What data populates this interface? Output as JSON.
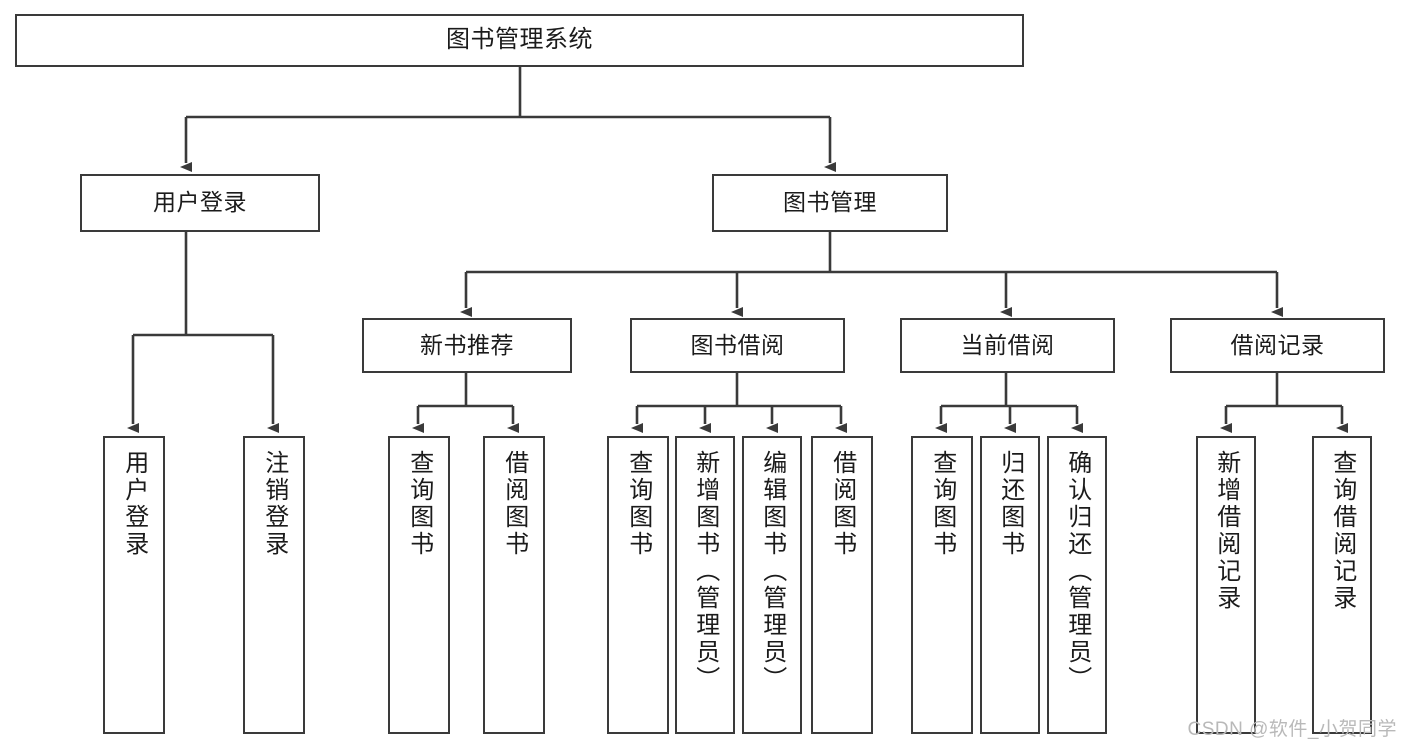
{
  "diagram": {
    "title": "图书管理系统",
    "type": "hierarchy-tree",
    "stroke_color": "#3a3a3a",
    "fill_color": "#ffffff",
    "text_color": "#1b1b1b"
  },
  "nodes": {
    "root": {
      "label": "图书管理系统"
    },
    "level2": [
      {
        "id": "user-login",
        "label": "用户登录"
      },
      {
        "id": "book-management",
        "label": "图书管理"
      }
    ],
    "level3": [
      {
        "id": "new-book-recommend",
        "label": "新书推荐"
      },
      {
        "id": "book-borrow",
        "label": "图书借阅"
      },
      {
        "id": "current-borrow",
        "label": "当前借阅"
      },
      {
        "id": "borrow-record",
        "label": "借阅记录"
      }
    ],
    "leaves": {
      "user_login": [
        {
          "id": "leaf-user-login",
          "label": "用户登录"
        },
        {
          "id": "leaf-logout-login",
          "label": "注销登录"
        }
      ],
      "new_book_recommend": [
        {
          "id": "leaf-query-book-1",
          "label": "查询图书"
        },
        {
          "id": "leaf-borrow-book-1",
          "label": "借阅图书"
        }
      ],
      "book_borrow": [
        {
          "id": "leaf-query-book-2",
          "label": "查询图书"
        },
        {
          "id": "leaf-add-book",
          "label": "新增图书（管理员）"
        },
        {
          "id": "leaf-edit-book",
          "label": "编辑图书（管理员）"
        },
        {
          "id": "leaf-borrow-book-2",
          "label": "借阅图书"
        }
      ],
      "current_borrow": [
        {
          "id": "leaf-query-book-3",
          "label": "查询图书"
        },
        {
          "id": "leaf-return-book",
          "label": "归还图书"
        },
        {
          "id": "leaf-confirm-return",
          "label": "确认归还（管理员）"
        }
      ],
      "borrow_record": [
        {
          "id": "leaf-add-record",
          "label": "新增借阅记录"
        },
        {
          "id": "leaf-query-record",
          "label": "查询借阅记录"
        }
      ]
    }
  },
  "watermark": {
    "text": "CSDN @软件_小贺同学"
  }
}
